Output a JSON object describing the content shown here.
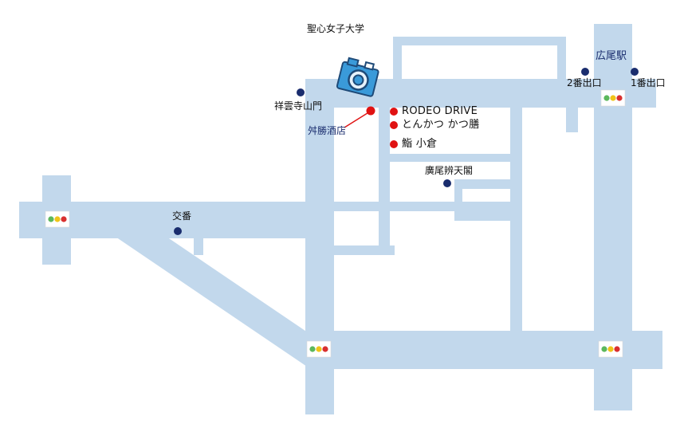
{
  "map": {
    "colors": {
      "road": "#c2d8ec",
      "poi_red": "#e01212",
      "landmark_navy": "#1a2d6e",
      "signal_green": "#5cb85c",
      "signal_yellow": "#f0c419",
      "signal_red": "#d9302f"
    },
    "labels": {
      "university": "聖心女子大学",
      "station": "広尾駅",
      "exit2": "2番出口",
      "exit1": "1番出口",
      "temple_gate": "祥雲寺山門",
      "hotel": "舛勝酒店",
      "rodeo": "RODEO DRIVE",
      "tonkatsu": "とんかつ かつ膳",
      "sushi": "鮨 小倉",
      "benten": "廣尾辨天閣",
      "koban": "交番"
    },
    "icons": {
      "camera": "camera-icon",
      "signal": "traffic-signal-icon"
    }
  }
}
